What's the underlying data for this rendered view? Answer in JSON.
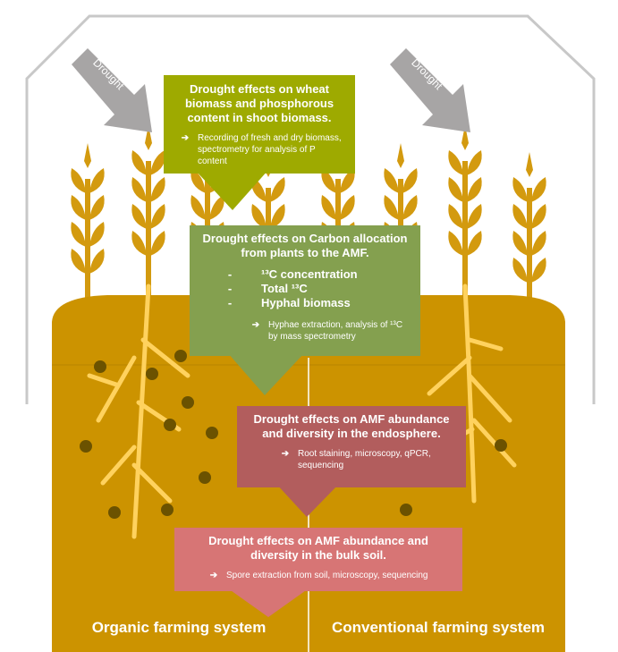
{
  "arrows": {
    "left": "Drought",
    "right": "Drought"
  },
  "boxes": [
    {
      "title": "Drought effects on wheat biomass and phosphorous content in shoot biomass.",
      "method": "Recording of fresh and dry biomass, spectrometry for analysis of P content",
      "color": "#9EAA00"
    },
    {
      "title": "Drought effects on Carbon allocation from plants to the AMF.",
      "bullets": [
        "¹³C concentration",
        "Total ¹³C",
        "Hyphal biomass"
      ],
      "method": "Hyphae extraction, analysis of ¹³C by mass spectrometry",
      "color": "#84A04F"
    },
    {
      "title": "Drought effects on AMF abundance and diversity in the endosphere.",
      "method": "Root staining, microscopy, qPCR, sequencing",
      "color": "#B25D5D"
    },
    {
      "title": "Drought effects on AMF abundance and diversity in the bulk soil.",
      "method": "Spore extraction from soil, microscopy, sequencing",
      "color": "#D77575"
    }
  ],
  "labels": {
    "organic": "Organic farming system",
    "conventional": "Conventional farming system"
  },
  "arrow_glyph": "➔",
  "dash": "-"
}
